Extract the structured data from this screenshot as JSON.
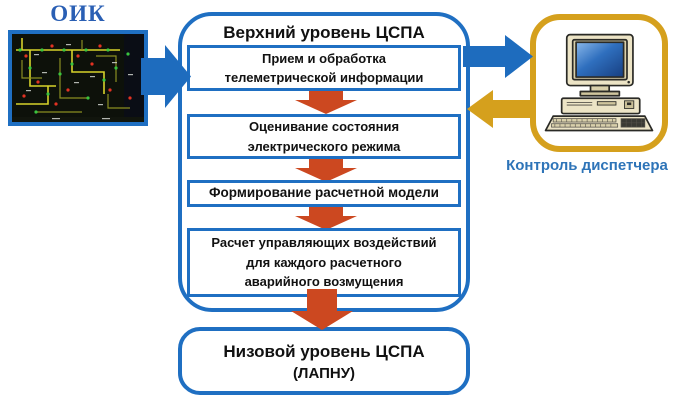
{
  "colors": {
    "blue_border": "#1F6FC2",
    "blue_arrow": "#1E6CBE",
    "orange_arrow": "#CC4820",
    "gold": "#D5A01D",
    "oik_text_blue": "#2A5FB4",
    "dispatcher_text_blue": "#2E74B8",
    "text_black": "#111111"
  },
  "oik": {
    "label": "ОИК",
    "image_icon": "scada-network-diagram"
  },
  "upper": {
    "title": "Верхний уровень ЦСПА",
    "boxes": [
      {
        "lines": [
          "Прием и обработка",
          "телеметрической информации"
        ]
      },
      {
        "lines": [
          "Оценивание состояния",
          "электрического режима"
        ]
      },
      {
        "lines": [
          "Формирование расчетной модели"
        ]
      },
      {
        "lines": [
          "Расчет управляющих воздействий",
          "для каждого расчетного",
          "аварийного возмущения"
        ]
      }
    ]
  },
  "lower": {
    "lines": [
      "Низовой уровень ЦСПА",
      "(ЛАПНУ)"
    ]
  },
  "dispatcher": {
    "label": "Контроль диспетчера",
    "icon": "desktop-computer-icon"
  }
}
